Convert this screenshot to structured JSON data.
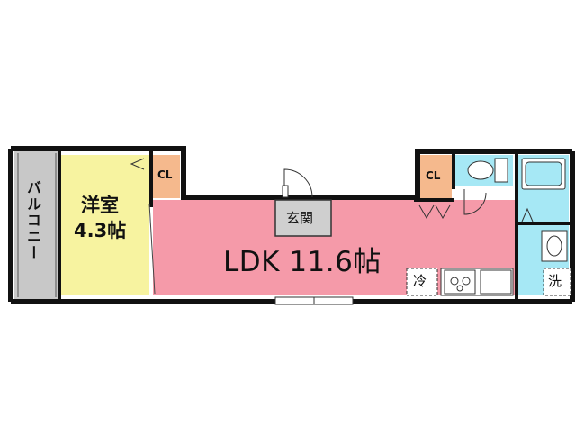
{
  "rooms": {
    "balcony": {
      "label": "バルコニー"
    },
    "western_room": {
      "label": "洋室",
      "size": "4.3帖"
    },
    "ldk": {
      "label": "LDK 11.6帖"
    },
    "entrance": {
      "label": "玄関"
    },
    "closet_left": {
      "label": "CL"
    },
    "closet_right": {
      "label": "CL"
    },
    "fridge": {
      "label": "冷"
    },
    "washer": {
      "label": "洗"
    }
  },
  "colors": {
    "ldk": "#f59aa9",
    "western_room": "#f7f3a0",
    "closet": "#f5b98d",
    "wet_area": "#a6e8f5",
    "balcony": "#c8c8c8",
    "wall": "#111111"
  }
}
